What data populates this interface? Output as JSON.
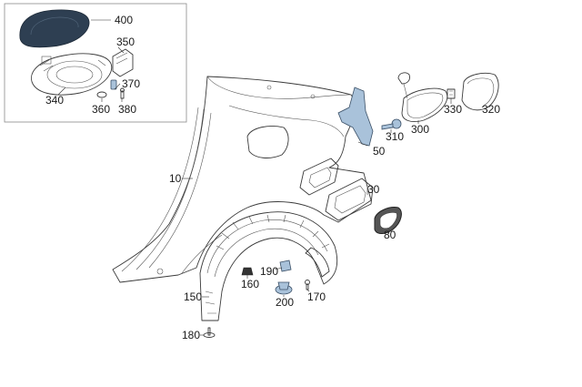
{
  "callouts": {
    "c10": "10",
    "c30": "30",
    "c50": "50",
    "c80": "80",
    "c150": "150",
    "c160": "160",
    "c170": "170",
    "c180": "180",
    "c190": "190",
    "c200": "200",
    "c300": "300",
    "c310": "310",
    "c320": "320",
    "c330": "330",
    "c340": "340",
    "c350": "350",
    "c360": "360",
    "c370": "370",
    "c380": "380",
    "c400": "400"
  },
  "colors": {
    "highlight": "#a9c2da",
    "highlight_dark": "#2e3f52",
    "line": "#3a3a3a",
    "background": "#ffffff"
  }
}
